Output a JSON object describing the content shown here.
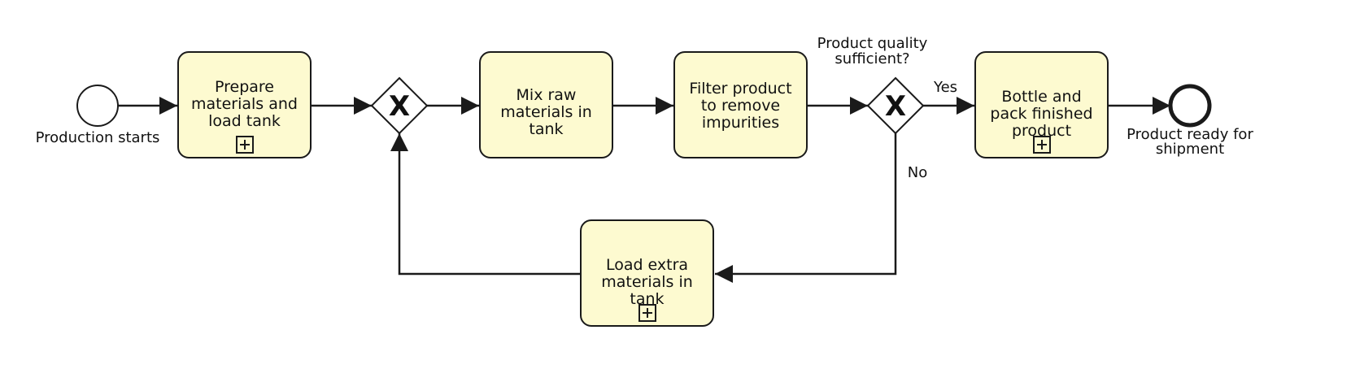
{
  "diagram": {
    "events": {
      "start_label": "Production starts",
      "end_label": "Product ready for shipment"
    },
    "tasks": {
      "prepare": {
        "label": "Prepare materials and load tank",
        "subprocess": true
      },
      "mix": {
        "label": "Mix raw materials in tank",
        "subprocess": false
      },
      "filter": {
        "label": "Filter product to remove impurities",
        "subprocess": false
      },
      "bottle": {
        "label": "Bottle and pack finished product",
        "subprocess": true
      },
      "load_extra": {
        "label": "Load extra materials in tank",
        "subprocess": true
      }
    },
    "gateways": {
      "merge_marker": "X",
      "decision_marker": "X",
      "decision_question": "Product quality sufficient?"
    },
    "flow_labels": {
      "yes": "Yes",
      "no": "No"
    },
    "colors": {
      "task_fill": "#fdfad0",
      "stroke": "#1a1a1a",
      "background": "#ffffff"
    }
  }
}
